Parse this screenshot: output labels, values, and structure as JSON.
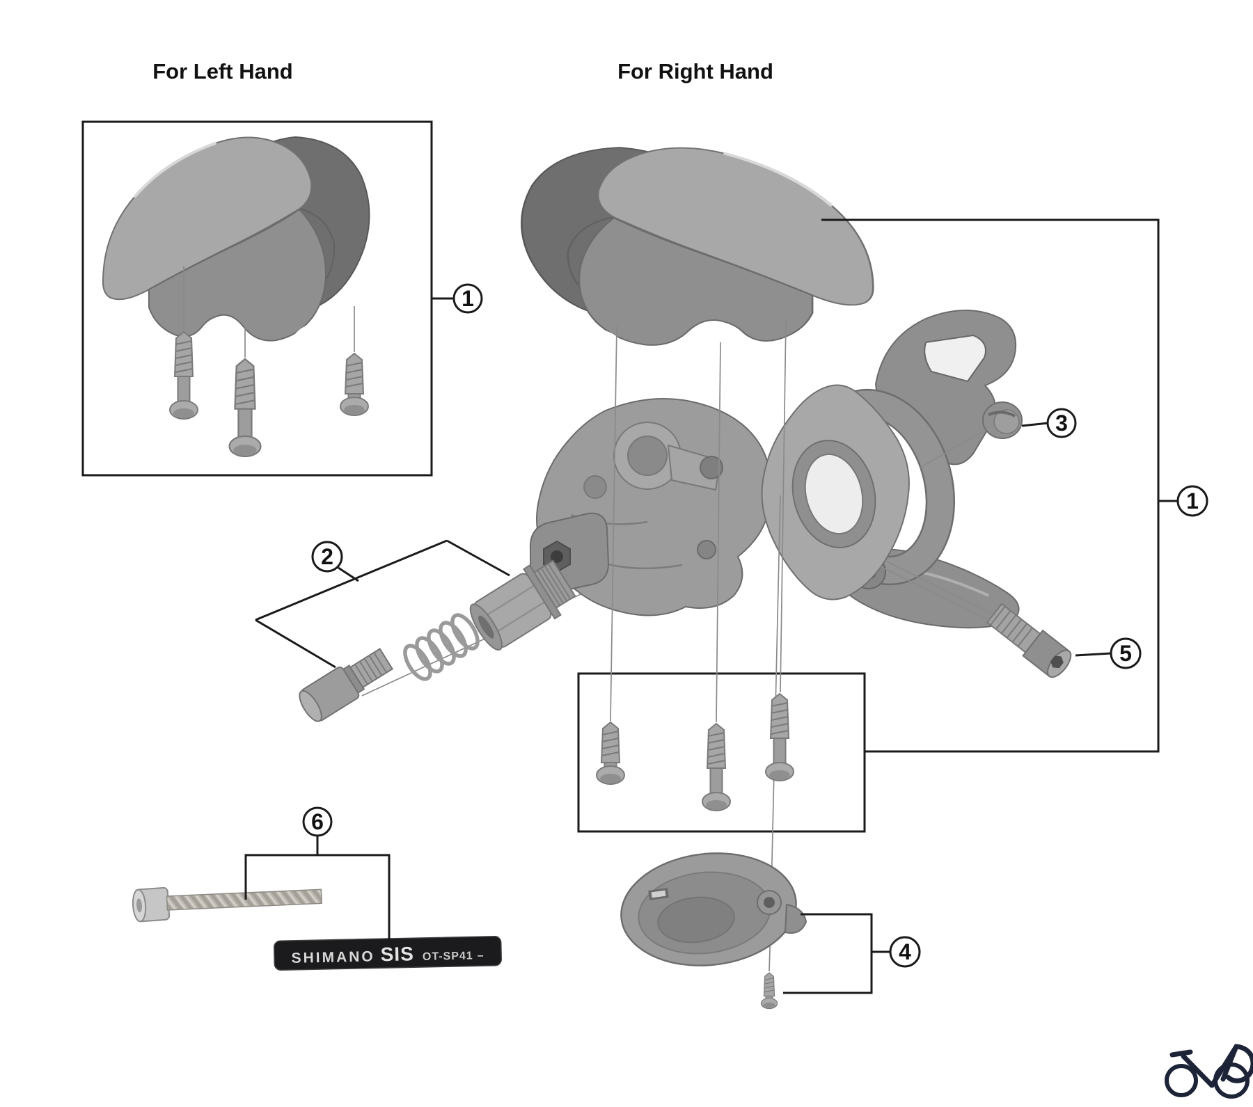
{
  "titles": {
    "left": "For Left Hand",
    "right": "For Right Hand"
  },
  "callouts": {
    "left_cover_group": "1",
    "right_assembly_group": "1",
    "adjuster_group": "2",
    "end_plug": "3",
    "bottom_cover_group": "4",
    "clamp_bolt": "5",
    "cable_group": "6"
  },
  "cable_housing": {
    "brand": "SHIMANO",
    "series": "SIS",
    "model": "OT-SP41",
    "suffix": "–"
  },
  "colors": {
    "part_gray": "#9c9c9c",
    "part_dark": "#6f6f6f",
    "outline": "#6b6b6b",
    "callout_line": "#1a1a1a",
    "guide_line": "#8a8a8a",
    "housing": "#1b1b1d",
    "housing_text": "#dedede",
    "watermark": "#1d2438"
  }
}
